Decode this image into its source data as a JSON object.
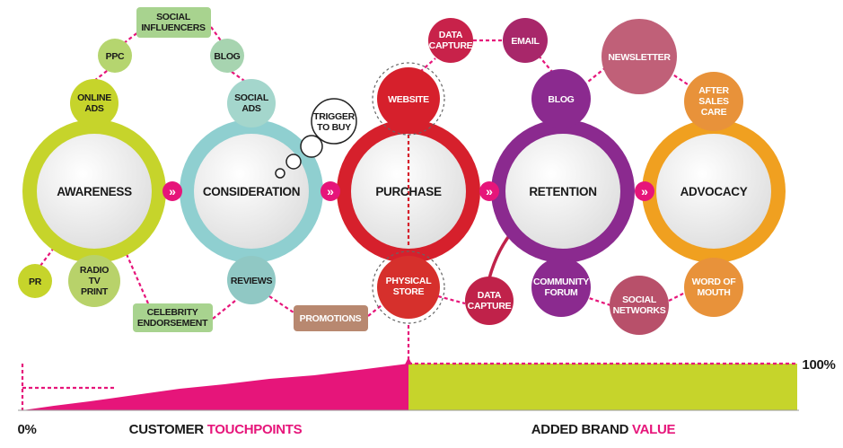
{
  "stages": [
    {
      "label": "AWARENESS",
      "color": "#c6d42b"
    },
    {
      "label": "CONSIDERATION",
      "color": "#8fcfd0"
    },
    {
      "label": "PURCHASE",
      "color": "#d6202c"
    },
    {
      "label": "RETENTION",
      "color": "#8b2a8f"
    },
    {
      "label": "ADVOCACY",
      "color": "#f0a020"
    }
  ],
  "arrow_glyph": "»",
  "arrow_color": "#e6157a",
  "touchpoints": {
    "online_ads": [
      "ONLINE",
      "ADS"
    ],
    "ppc": [
      "PPC"
    ],
    "social_influencers": [
      "SOCIAL",
      "INFLUENCERS"
    ],
    "blog_consideration": [
      "BLOG"
    ],
    "social_ads": [
      "SOCIAL",
      "ADS"
    ],
    "trigger_to_buy": [
      "TRIGGER",
      "TO BUY"
    ],
    "pr": [
      "PR"
    ],
    "radio_tv_print": [
      "RADIO",
      "TV",
      "PRINT"
    ],
    "celebrity_endorsement": [
      "CELEBRITY",
      "ENDORSEMENT"
    ],
    "reviews": [
      "REVIEWS"
    ],
    "promotions": [
      "PROMOTIONS"
    ],
    "website": [
      "WEBSITE"
    ],
    "physical_store": [
      "PHYSICAL",
      "STORE"
    ],
    "data_capture_top": [
      "DATA",
      "CAPTURE"
    ],
    "email": [
      "EMAIL"
    ],
    "blog_retention": [
      "BLOG"
    ],
    "newsletter": [
      "NEWSLETTER"
    ],
    "after_sales_care": [
      "AFTER",
      "SALES",
      "CARE"
    ],
    "data_capture_bottom": [
      "DATA",
      "CAPTURE"
    ],
    "community_forum": [
      "COMMUNITY",
      "FORUM"
    ],
    "social_networks": [
      "SOCIAL",
      "NETWORKS"
    ],
    "word_of_mouth": [
      "WORD OF",
      "MOUTH"
    ]
  },
  "footer": {
    "start_pct": "0%",
    "end_pct": "100%",
    "left_label_a": "CUSTOMER ",
    "left_label_b": "TOUCHPOINTS",
    "right_label_a": "ADDED BRAND ",
    "right_label_b": "VALUE",
    "highlight_color": "#e6157a",
    "value_color": "#c6d42b"
  }
}
